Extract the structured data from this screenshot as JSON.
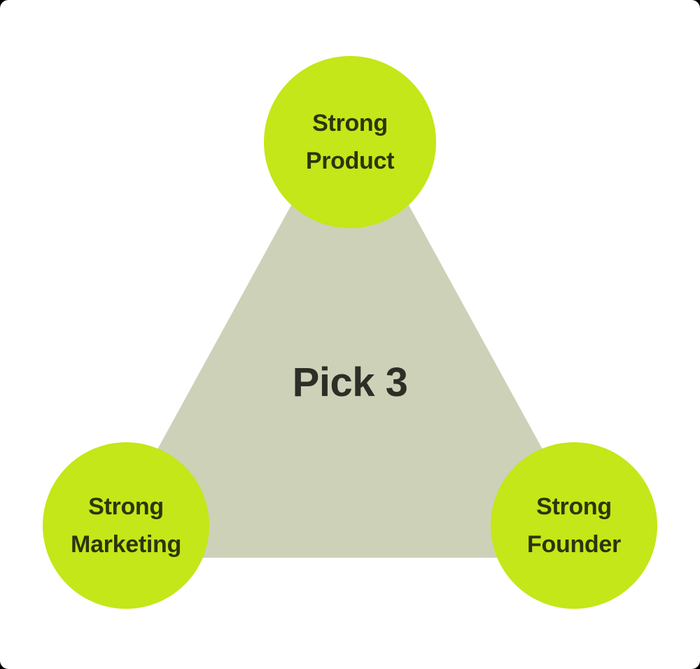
{
  "canvas": {
    "outer_background": "#000000",
    "card_background": "#ffffff"
  },
  "diagram": {
    "center_label": "Pick 3",
    "colors": {
      "triangle": "#cdd1b8",
      "node_fill": "#c3e718",
      "node_text": "#2b350c",
      "center_text": "#2c2f26"
    },
    "nodes": [
      {
        "id": "strong-product",
        "position": "top",
        "line1": "Strong",
        "line2": "Product"
      },
      {
        "id": "strong-marketing",
        "position": "bottom-left",
        "line1": "Strong",
        "line2": "Marketing"
      },
      {
        "id": "strong-founder",
        "position": "bottom-right",
        "line1": "Strong",
        "line2": "Founder"
      }
    ]
  }
}
